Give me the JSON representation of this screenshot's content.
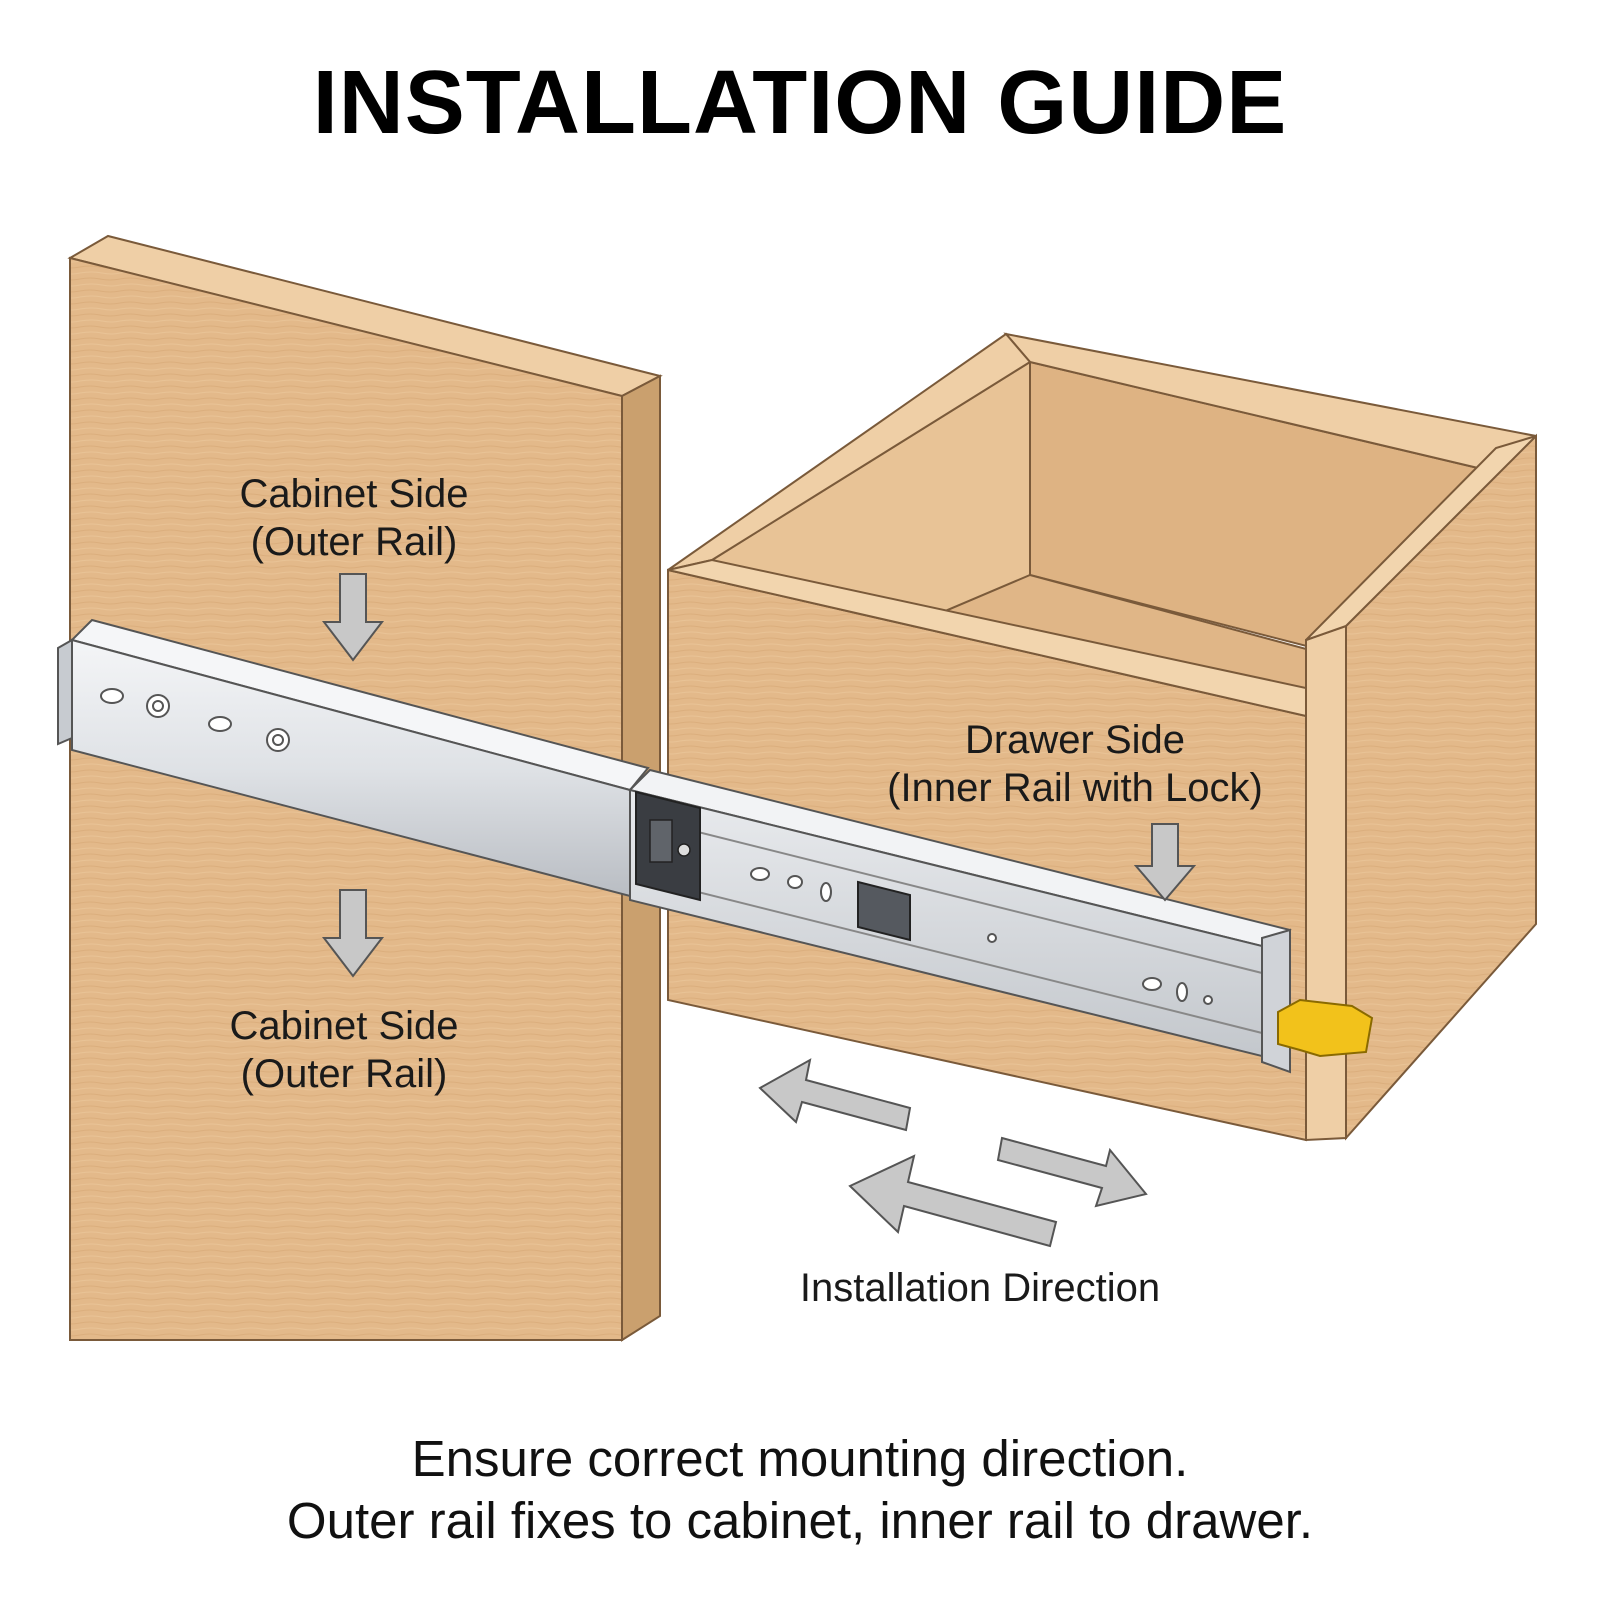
{
  "title": "INSTALLATION GUIDE",
  "labels": {
    "cabinet_side_top": {
      "line1": "Cabinet Side",
      "line2": "(Outer Rail)"
    },
    "cabinet_side_bottom": {
      "line1": "Cabinet Side",
      "line2": "(Outer Rail)"
    },
    "drawer_side": {
      "line1": "Drawer Side",
      "line2": "(Inner Rail with Lock)"
    },
    "installation_direction": "Installation Direction"
  },
  "footer": {
    "line1": "Ensure correct mounting direction.",
    "line2": "Outer rail fixes to cabinet, inner rail to drawer."
  },
  "icons": [
    "down-arrow-icon",
    "left-arrow-icon",
    "right-arrow-icon",
    "lock-lever-icon"
  ],
  "colors": {
    "wood": "#e2b889",
    "wood_dark": "#c99a68",
    "wood_edge": "#efcfa6",
    "steel": "#dcdfe3",
    "steel_dark": "#a9adb3",
    "arrow": "#c8c8c8",
    "lock_lever": "#f2c21b"
  }
}
